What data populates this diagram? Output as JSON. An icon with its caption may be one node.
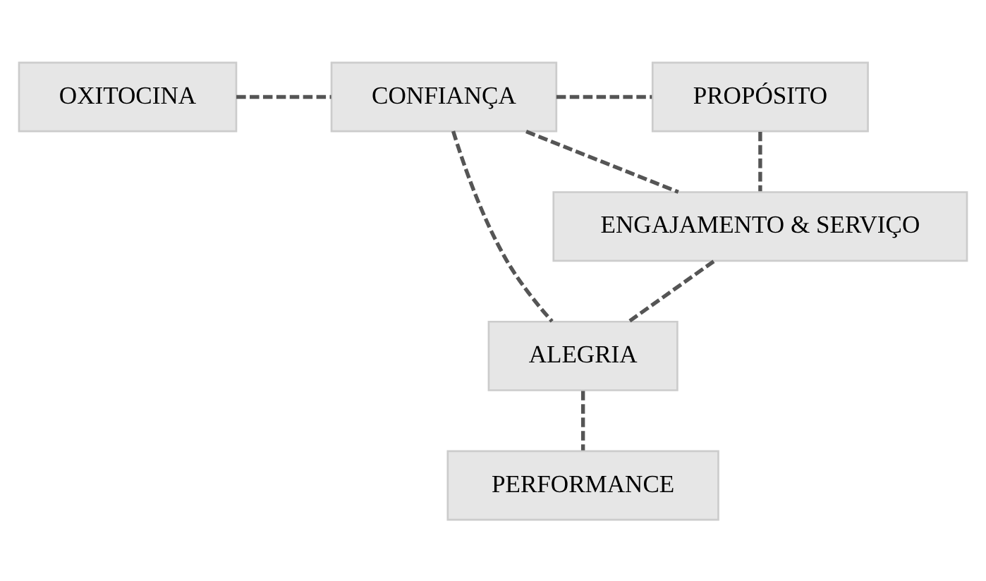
{
  "diagram": {
    "nodes": [
      {
        "text": [
          "OXITOCINA"
        ]
      },
      {
        "text": [
          "CONFIANÇA"
        ]
      },
      {
        "text": [
          "PROPÓSITO"
        ]
      },
      {
        "text": [
          "ENGAJAMENTO & SERVIÇO"
        ]
      },
      {
        "text": [
          "ALEGRIA"
        ]
      },
      {
        "text": [
          "PERFORMANCE"
        ]
      }
    ],
    "edges": [
      {
        "from": 0,
        "to": 1,
        "arrow": "none",
        "style": "dashed"
      },
      {
        "from": 1,
        "to": 2,
        "arrow": "none",
        "style": "dashed"
      },
      {
        "from": 1,
        "to": 3,
        "arrow": "none",
        "style": "dashed"
      },
      {
        "from": 2,
        "to": 3,
        "arrow": "none",
        "style": "dashed"
      },
      {
        "from": 3,
        "to": 4,
        "arrow": "none",
        "style": "dashed"
      },
      {
        "from": 1,
        "to": 4,
        "arrow": "none",
        "style": "dashed"
      },
      {
        "from": 4,
        "to": 5,
        "arrow": "none",
        "style": "dashed"
      }
    ]
  }
}
